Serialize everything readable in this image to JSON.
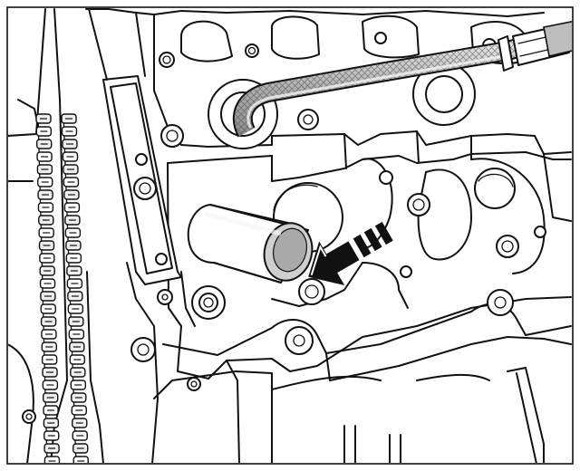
{
  "illustration": {
    "subject": "engine-cylinder-head-service-illustration",
    "colors": {
      "line": "#111111",
      "paper": "#ffffff",
      "shade_light": "#dedede",
      "shade_mid": "#b4b4b4",
      "shade_dark": "#8a8a8a"
    },
    "icons": [
      "timing-chain",
      "guide-rail",
      "braided-hose",
      "cylindrical-tool",
      "arrow-indicator",
      "bolt-holes"
    ]
  }
}
